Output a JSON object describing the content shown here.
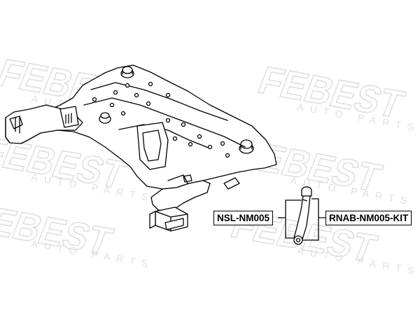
{
  "watermark": {
    "brand": "FEBEST",
    "tagline": "AUTO PARTS",
    "color": "#e4e4e4"
  },
  "labels": {
    "bushing_part": "NSL-NM005",
    "link_kit_part": "RNAB-NM005-KIT"
  },
  "colors": {
    "line": "#000000",
    "background": "#ffffff"
  }
}
